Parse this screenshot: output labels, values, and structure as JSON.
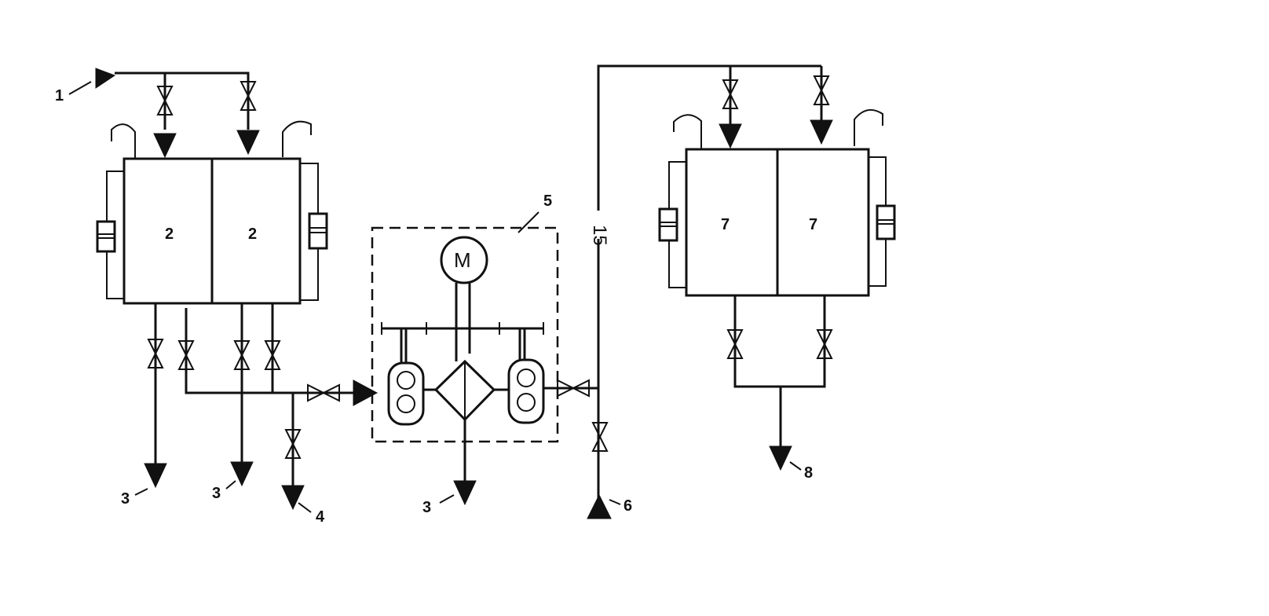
{
  "labels": {
    "inlet": "1",
    "tank_left_a": "2",
    "tank_left_b": "2",
    "drain_a": "3",
    "drain_b": "3",
    "drain_c": "3",
    "outlet_4": "4",
    "unit": "5",
    "inlet_6": "6",
    "tank_right_a": "7",
    "tank_right_b": "7",
    "outlet_8": "8",
    "pipe_15": "15",
    "motor": "M"
  }
}
